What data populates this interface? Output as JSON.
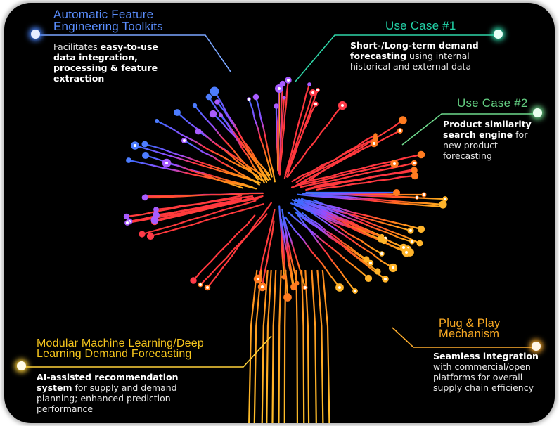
{
  "callouts": {
    "toolkits": {
      "title_line1": "Automatic Feature",
      "title_line2": "Engineering Toolkits",
      "desc_pre": "Facilitates ",
      "desc_bold": "easy-to-use data integration, processing & feature extraction",
      "desc_post": "",
      "color": "#4a86ff"
    },
    "use_case_1": {
      "title": "Use Case #1",
      "desc_pre": "",
      "desc_bold": "Short-/Long-term demand forecasting",
      "desc_post": " using internal historical and external data",
      "color": "#1ec9a0"
    },
    "use_case_2": {
      "title": "Use Case #2",
      "desc_pre": "",
      "desc_bold": "Product similarity search engine",
      "desc_post": " for new product forecasting",
      "color": "#58c777"
    },
    "modular_ml": {
      "title_line1": "Modular Machine Learning/Deep",
      "title_line2": "Learning Demand Forecasting",
      "desc_pre": "",
      "desc_bold": "AI-assisted recommendation system",
      "desc_post": " for supply and demand planning; enhanced prediction performance",
      "color": "#f2c21b"
    },
    "plug_play": {
      "title_line1": "Plug & Play",
      "title_line2": "Mechanism",
      "desc_pre": "",
      "desc_bold": "Seamless integration",
      "desc_post": " with commercial/open platforms for overall supply chain efficiency",
      "color": "#f5a11c"
    }
  }
}
